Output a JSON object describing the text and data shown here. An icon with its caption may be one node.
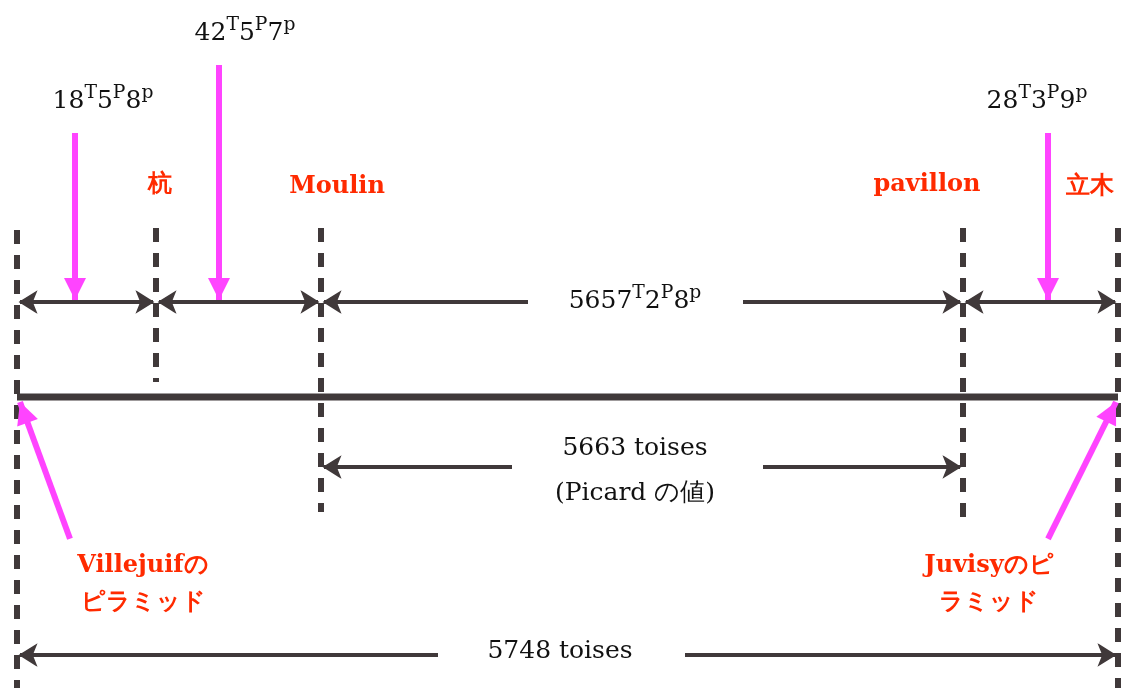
{
  "diagram": {
    "nodes": [
      {
        "text": [
          "18$^{T}$5$^{P}$8$^{p}$"
        ]
      },
      {
        "text": [
          "42$^{T}$5$^{P}$7$^{p}$"
        ]
      },
      {
        "text": [
          "28$^{T}$3$^{P}$9$^{p}$"
        ]
      },
      {
        "text": [
          "Villejuifのピラミッド"
        ]
      },
      {
        "text": [
          "Juvisyのピラミッド"
        ]
      }
    ],
    "edges": [
      {
        "from": 0,
        "to": null,
        "arrow": "to"
      },
      {
        "from": 1,
        "to": null,
        "arrow": "to"
      },
      {
        "from": 2,
        "to": null,
        "arrow": "to"
      },
      {
        "from": 3,
        "to": null,
        "arrow": "to"
      },
      {
        "from": 4,
        "to": null,
        "arrow": "to"
      }
    ],
    "labels": [
      "杭",
      "Moulin",
      "pavillon",
      "立木",
      "5657$^{T}$2$^{P}$8$^{p}$",
      "5663 toises",
      "(Picard の値)",
      "5748 toises"
    ]
  }
}
